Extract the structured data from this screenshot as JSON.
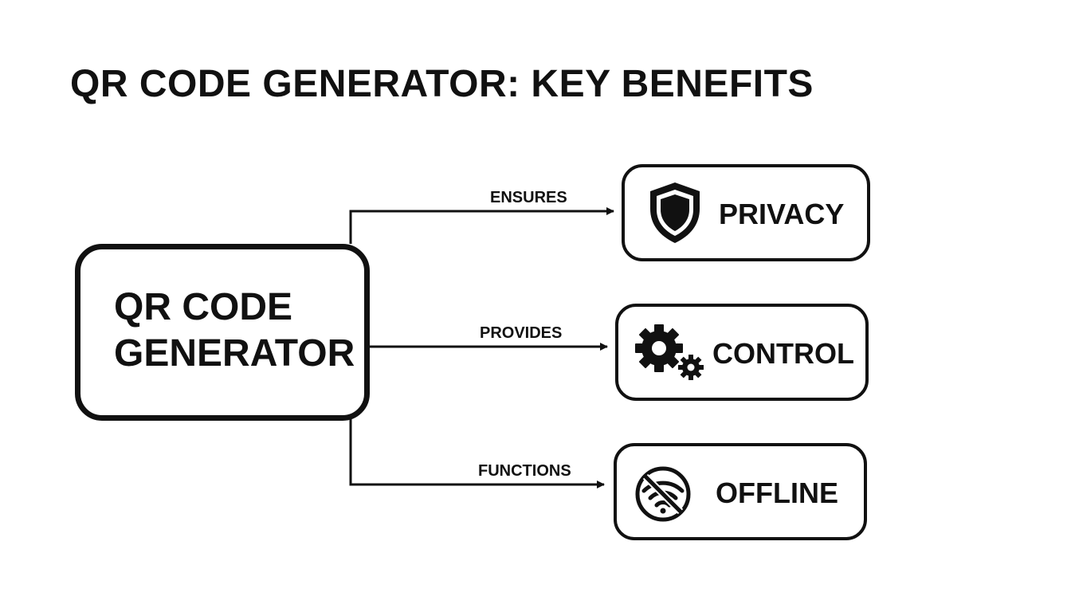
{
  "title": "QR CODE GENERATOR: KEY BENEFITS",
  "source": {
    "line1": "QR CODE",
    "line2": "GENERATOR"
  },
  "edges": [
    {
      "label": "ENSURES",
      "target": "privacy"
    },
    {
      "label": "PROVIDES",
      "target": "control"
    },
    {
      "label": "FUNCTIONS",
      "target": "offline"
    }
  ],
  "targets": [
    {
      "id": "privacy",
      "label": "PRIVACY",
      "icon": "shield-icon"
    },
    {
      "id": "control",
      "label": "CONTROL",
      "icon": "gears-icon"
    },
    {
      "id": "offline",
      "label": "OFFLINE",
      "icon": "no-wifi-icon"
    }
  ],
  "colors": {
    "ink": "#111111",
    "background": "#ffffff"
  }
}
